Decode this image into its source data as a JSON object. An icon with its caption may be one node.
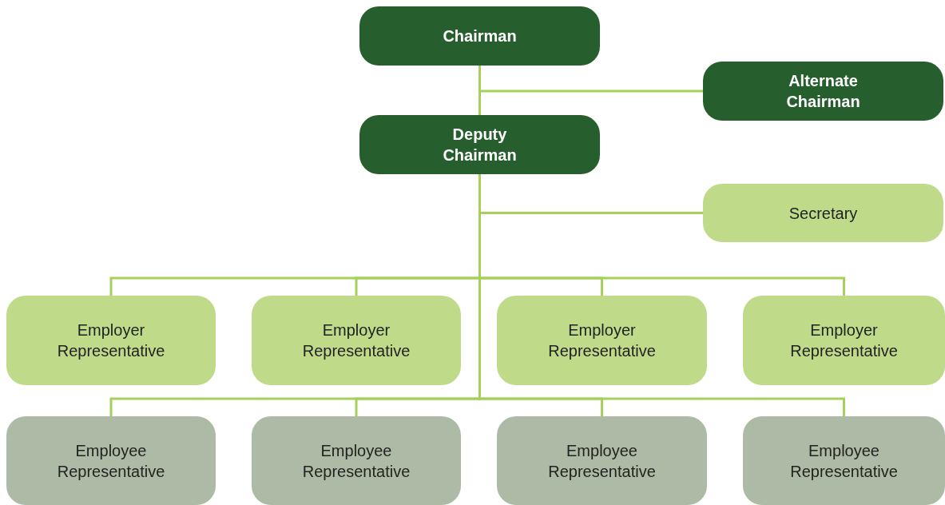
{
  "diagram": {
    "nodes": [
      {
        "text": [
          "Chairman"
        ]
      },
      {
        "text": [
          "Alternate Chairman"
        ]
      },
      {
        "text": [
          "Deputy Chairman"
        ]
      },
      {
        "text": [
          "Secretary"
        ]
      },
      {
        "text": [
          "Employer Representative"
        ]
      },
      {
        "text": [
          "Employer Representative"
        ]
      },
      {
        "text": [
          "Employer Representative"
        ]
      },
      {
        "text": [
          "Employer Representative"
        ]
      },
      {
        "text": [
          "Employee Representative"
        ]
      },
      {
        "text": [
          "Employee Representative"
        ]
      },
      {
        "text": [
          "Employee Representative"
        ]
      },
      {
        "text": [
          "Employee Representative"
        ]
      }
    ],
    "edges": [
      {
        "from": 0,
        "to": 2,
        "arrow": "none"
      },
      {
        "from": 0,
        "to": 1,
        "arrow": "none"
      },
      {
        "from": 2,
        "to": 3,
        "arrow": "none"
      },
      {
        "from": 2,
        "to": 4,
        "arrow": "none"
      },
      {
        "from": 2,
        "to": 5,
        "arrow": "none"
      },
      {
        "from": 2,
        "to": 6,
        "arrow": "none"
      },
      {
        "from": 2,
        "to": 7,
        "arrow": "none"
      },
      {
        "from": 2,
        "to": 8,
        "arrow": "none"
      },
      {
        "from": 2,
        "to": 9,
        "arrow": "none"
      },
      {
        "from": 2,
        "to": 10,
        "arrow": "none"
      },
      {
        "from": 2,
        "to": 11,
        "arrow": "none"
      }
    ]
  }
}
